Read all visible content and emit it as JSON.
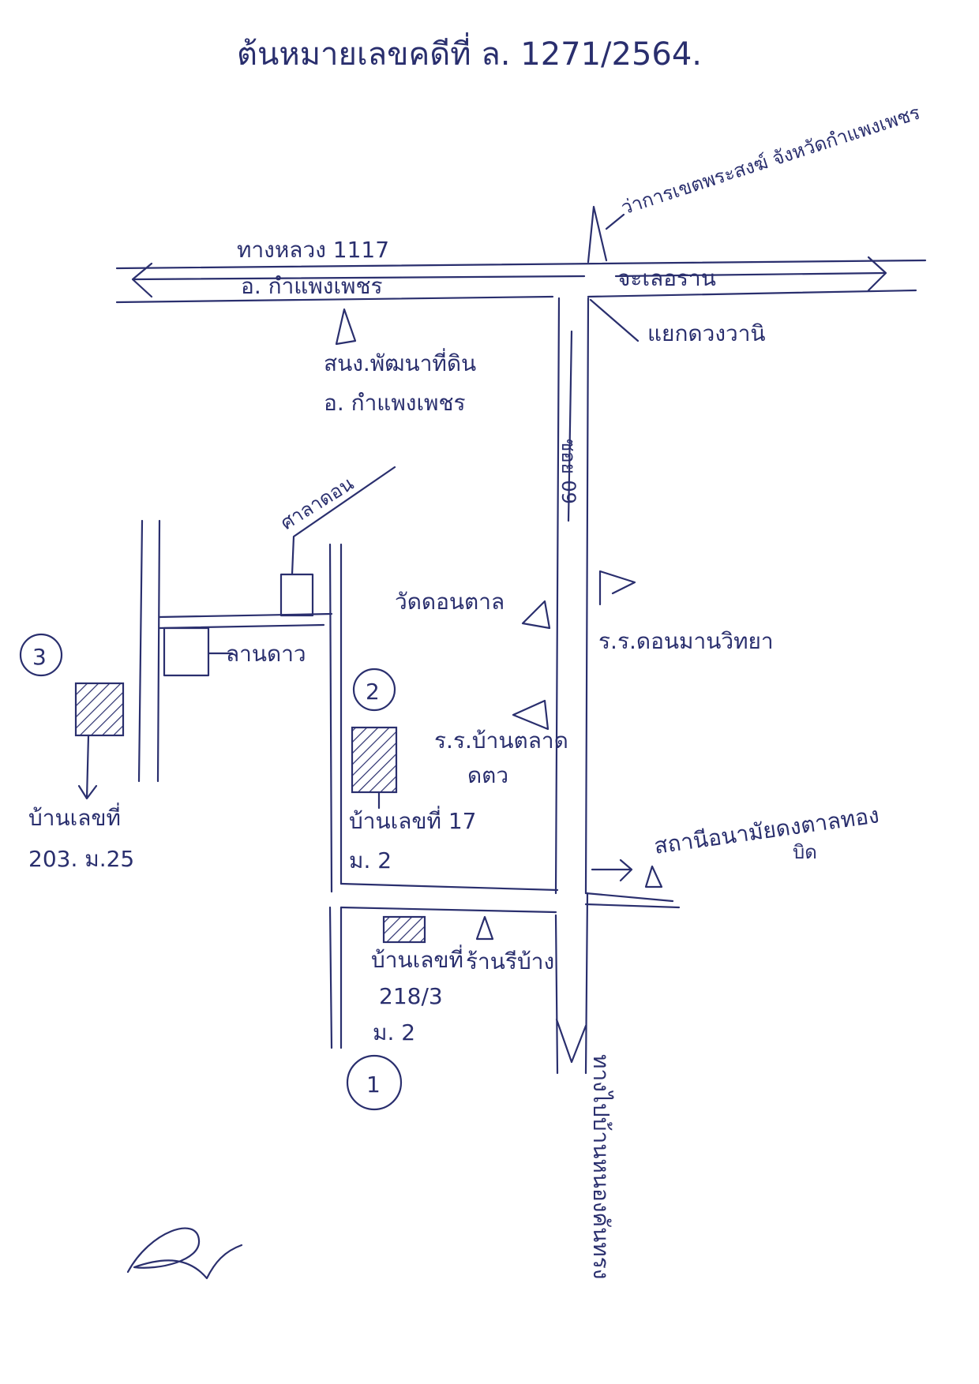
{
  "title": "ต้นหมายเลขคดีที่ ล. 1271/2564.",
  "roads": {
    "main_road": "ทางหลวง 1117",
    "to_kamphaeng": "อ. กำแพงเพชร",
    "to_right": "จะเลอราน",
    "side_road": "ซอย 09",
    "junction": "แยกดวงวานิ",
    "to_bottom": "ทางไปบ้านหนองคันทรง"
  },
  "landmarks": {
    "top_right": "ว่าการเขตพระสงฆ์ จังหวัดกำแพงเพชร",
    "land_office_line1": "สนง.พัฒนาที่ดิน",
    "land_office_line2": "อ. กำแพงเพชร",
    "school_lane": "ศาลาดอน",
    "hall": "ลานดาว",
    "temple": "วัดดอนตาล",
    "school_right": "ร.ร.ดอนมานวิทยา",
    "school_center_line1": "ร.ร.บ้านตลาด",
    "school_center_line2": "ดตว",
    "station": "สถานีอนามัยดงตาลทอง",
    "station_sub": "บิด",
    "market": "ร้านรีบ้าง"
  },
  "points": {
    "p1": {
      "number": "1",
      "line1": "บ้านเลขที่",
      "line2": "218/3",
      "line3": "ม. 2"
    },
    "p2": {
      "number": "2",
      "line1": "บ้านเลขที่ 17",
      "line2": "ม. 2"
    },
    "p3": {
      "number": "3",
      "line1": "บ้านเลขที่",
      "line2": "203. ม.25"
    }
  },
  "colors": {
    "ink": "#2a2f6e",
    "paper": "#ffffff"
  }
}
